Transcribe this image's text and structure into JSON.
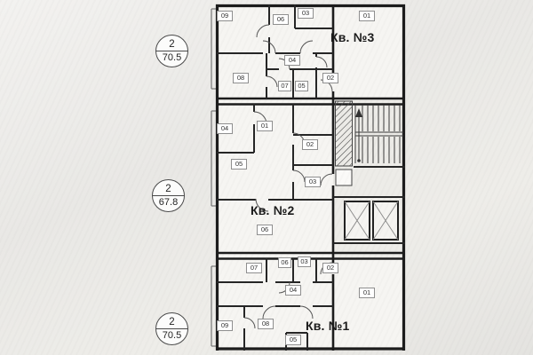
{
  "canvas": {
    "background": "#e9e8e5",
    "plan_fill": "#f6f5f2",
    "wall_color": "#1c1c1c"
  },
  "apartments": {
    "apt3": {
      "title": "Кв. №3",
      "rooms": {
        "r01": "01",
        "r02": "02",
        "r03": "03",
        "r04": "04",
        "r05": "05",
        "r06": "06",
        "r07": "07",
        "r08": "08",
        "r09": "09"
      }
    },
    "apt2": {
      "title": "Кв. №2",
      "rooms": {
        "r01": "01",
        "r02": "02",
        "r03": "03",
        "r04": "04",
        "r05": "05",
        "r06": "06"
      }
    },
    "apt1": {
      "title": "Кв. №1",
      "rooms": {
        "r01": "01",
        "r02": "02",
        "r03": "03",
        "r04": "04",
        "r05": "05",
        "r06": "06",
        "r07": "07",
        "r08": "08",
        "r09": "09"
      }
    }
  },
  "area_badges": [
    {
      "floor": "2",
      "area": "70.5"
    },
    {
      "floor": "2",
      "area": "67.8"
    },
    {
      "floor": "2",
      "area": "70.5"
    }
  ]
}
